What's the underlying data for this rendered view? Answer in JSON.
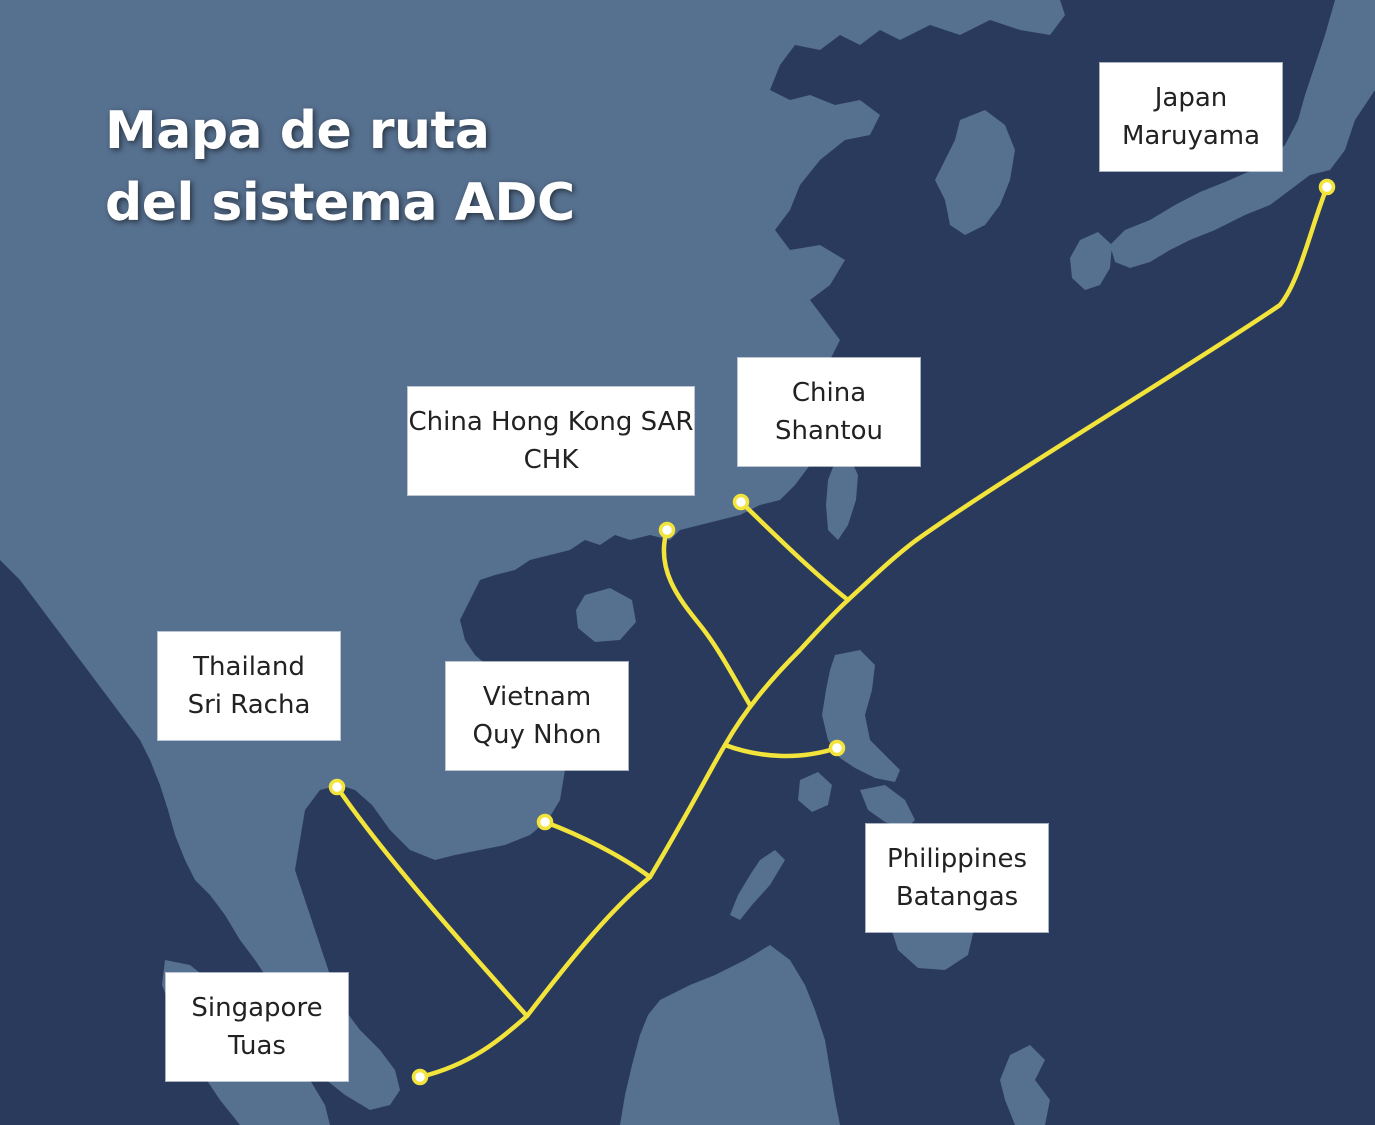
{
  "title": {
    "line1": "Mapa de ruta",
    "line2": "del sistema ADC"
  },
  "colors": {
    "sea": "#2a3a5c",
    "land": "#56708f",
    "route": "#f2e43a",
    "label_bg": "#ffffff",
    "label_text": "#222222"
  },
  "landing_stations": [
    {
      "id": "japan",
      "line1": "Japan",
      "line2": "Maruyama"
    },
    {
      "id": "china-shantou",
      "line1": "China",
      "line2": "Shantou"
    },
    {
      "id": "china-hong-kong",
      "line1": "China Hong Kong SAR",
      "line2": "CHK"
    },
    {
      "id": "thailand",
      "line1": "Thailand",
      "line2": "Sri Racha"
    },
    {
      "id": "vietnam",
      "line1": "Vietnam",
      "line2": "Quy Nhon"
    },
    {
      "id": "philippines",
      "line1": "Philippines",
      "line2": "Batangas"
    },
    {
      "id": "singapore",
      "line1": "Singapore",
      "line2": "Tuas"
    }
  ]
}
